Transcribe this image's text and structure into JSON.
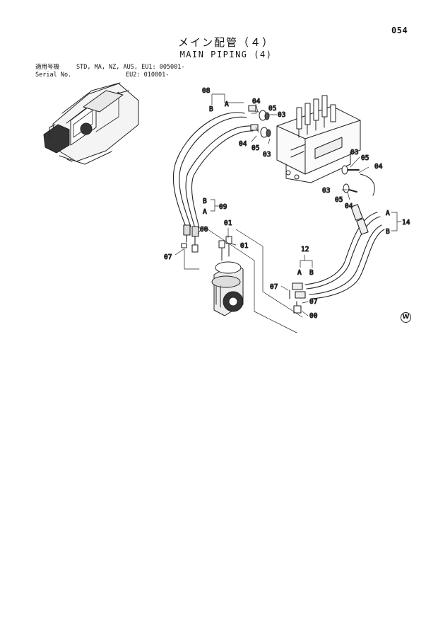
{
  "page": {
    "number": "054",
    "title_jp": "メイン配管（４）",
    "title_en": "MAIN PIPING (4)"
  },
  "applicability": {
    "label_jp": "適用号機",
    "label_en": "Serial No.",
    "line1": "STD, MA, NZ, AUS, EU1: 005001-",
    "line2": "EU2: 010001-"
  },
  "callouts": {
    "c08": "08",
    "c08_b": "B",
    "c08_a": "A",
    "c04_top": "04",
    "c05_top": "05",
    "c03_top": "03",
    "c04_mid": "04",
    "c05_mid": "05",
    "c03_mid": "03",
    "c03_right": "03",
    "c05_right": "05",
    "c04_right": "04",
    "c03_low": "03",
    "c05_low": "05",
    "c04_low": "04",
    "c09_b": "B",
    "c09_a": "A",
    "c09": "09",
    "c00_left": "00",
    "c07_left": "07",
    "c01_top": "01",
    "c01_right": "01",
    "c12": "12",
    "c12_a": "A",
    "c12_b": "B",
    "c14_a": "A",
    "c14_b": "B",
    "c14": "14",
    "c07_bottom": "07",
    "c07_bottom2": "07",
    "c00_bottom": "00"
  },
  "marks": {
    "w_mark": "W"
  }
}
